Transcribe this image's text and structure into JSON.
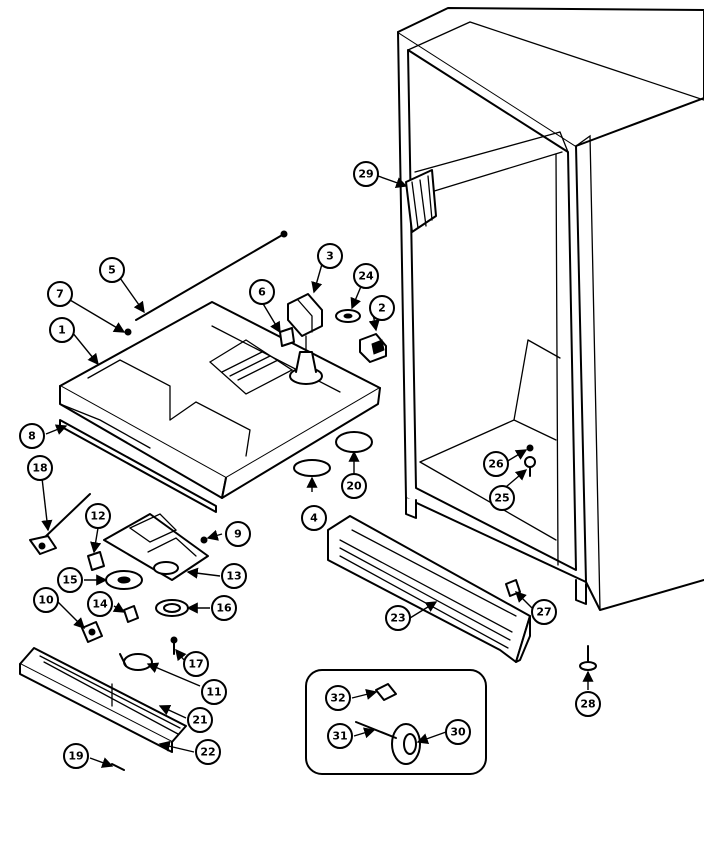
{
  "diagram": {
    "line_color": "#000000",
    "background": "#ffffff",
    "callouts": [
      {
        "id": "1",
        "label": "1"
      },
      {
        "id": "2",
        "label": "2"
      },
      {
        "id": "3",
        "label": "3"
      },
      {
        "id": "4",
        "label": "4"
      },
      {
        "id": "5",
        "label": "5"
      },
      {
        "id": "6",
        "label": "6"
      },
      {
        "id": "7",
        "label": "7"
      },
      {
        "id": "8",
        "label": "8"
      },
      {
        "id": "9",
        "label": "9"
      },
      {
        "id": "10",
        "label": "10"
      },
      {
        "id": "11",
        "label": "11"
      },
      {
        "id": "12",
        "label": "12"
      },
      {
        "id": "13",
        "label": "13"
      },
      {
        "id": "14",
        "label": "14"
      },
      {
        "id": "15",
        "label": "15"
      },
      {
        "id": "16",
        "label": "16"
      },
      {
        "id": "17",
        "label": "17"
      },
      {
        "id": "18",
        "label": "18"
      },
      {
        "id": "19",
        "label": "19"
      },
      {
        "id": "20",
        "label": "20"
      },
      {
        "id": "21",
        "label": "21"
      },
      {
        "id": "22",
        "label": "22"
      },
      {
        "id": "23",
        "label": "23"
      },
      {
        "id": "24",
        "label": "24"
      },
      {
        "id": "25",
        "label": "25"
      },
      {
        "id": "26",
        "label": "26"
      },
      {
        "id": "27",
        "label": "27"
      },
      {
        "id": "28",
        "label": "28"
      },
      {
        "id": "29",
        "label": "29"
      },
      {
        "id": "30",
        "label": "30"
      },
      {
        "id": "31",
        "label": "31"
      },
      {
        "id": "32",
        "label": "32"
      }
    ]
  }
}
